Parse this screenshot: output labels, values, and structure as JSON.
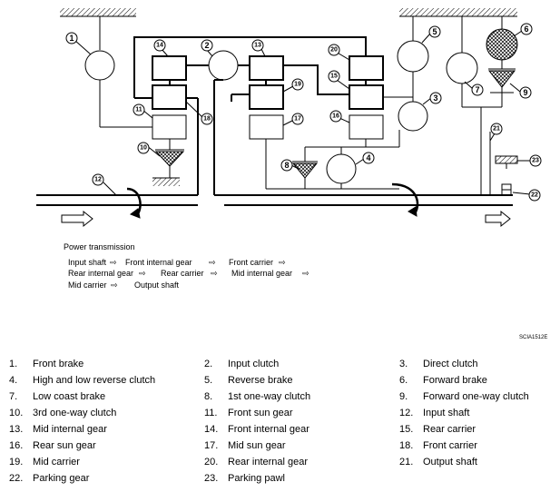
{
  "callouts": {
    "c1": "1",
    "c2": "2",
    "c3": "3",
    "c4": "4",
    "c5": "5",
    "c6": "6",
    "c7": "7",
    "c8": "8",
    "c9": "9",
    "c10": "10",
    "c11": "11",
    "c12": "12",
    "c13": "13",
    "c14": "14",
    "c15": "15",
    "c16": "16",
    "c17": "17",
    "c18": "18",
    "c19": "19",
    "c20": "20",
    "c21": "21",
    "c22": "22",
    "c23": "23"
  },
  "power_transmission": {
    "title": "Power transmission",
    "line1": [
      "Input shaft",
      "Front internal gear",
      "Front carrier"
    ],
    "line2": [
      "Rear internal gear",
      "Rear carrier",
      "Mid internal gear"
    ],
    "line3": [
      "Mid carrier",
      "Output shaft"
    ]
  },
  "figure_code": "SCIA1512E",
  "legend": [
    {
      "num": "1.",
      "label": "Front brake"
    },
    {
      "num": "2.",
      "label": "Input clutch"
    },
    {
      "num": "3.",
      "label": "Direct clutch"
    },
    {
      "num": "4.",
      "label": "High and low reverse clutch"
    },
    {
      "num": "5.",
      "label": "Reverse brake"
    },
    {
      "num": "6.",
      "label": "Forward brake"
    },
    {
      "num": "7.",
      "label": "Low coast brake"
    },
    {
      "num": "8.",
      "label": "1st one-way clutch"
    },
    {
      "num": "9.",
      "label": "Forward one-way clutch"
    },
    {
      "num": "10.",
      "label": "3rd one-way clutch"
    },
    {
      "num": "11.",
      "label": "Front sun gear"
    },
    {
      "num": "12.",
      "label": "Input shaft"
    },
    {
      "num": "13.",
      "label": "Mid internal gear"
    },
    {
      "num": "14.",
      "label": "Front internal gear"
    },
    {
      "num": "15.",
      "label": "Rear carrier"
    },
    {
      "num": "16.",
      "label": "Rear sun gear"
    },
    {
      "num": "17.",
      "label": "Mid sun gear"
    },
    {
      "num": "18.",
      "label": "Front carrier"
    },
    {
      "num": "19.",
      "label": "Mid carrier"
    },
    {
      "num": "20.",
      "label": "Rear internal gear"
    },
    {
      "num": "21.",
      "label": "Output shaft"
    },
    {
      "num": "22.",
      "label": "Parking gear"
    },
    {
      "num": "23.",
      "label": "Parking pawl"
    }
  ]
}
